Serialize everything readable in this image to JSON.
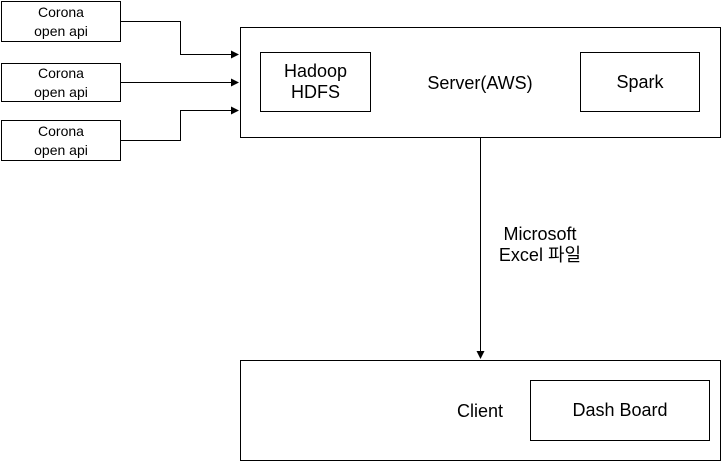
{
  "sources": [
    {
      "label": "Corona\nopen api"
    },
    {
      "label": "Corona\nopen api"
    },
    {
      "label": "Corona\nopen api"
    }
  ],
  "server": {
    "label": "Server(AWS)",
    "hadoop": "Hadoop\nHDFS",
    "spark": "Spark"
  },
  "edge_label": "Microsoft\nExcel 파일",
  "client": {
    "label": "Client",
    "dashboard": "Dash Board"
  }
}
